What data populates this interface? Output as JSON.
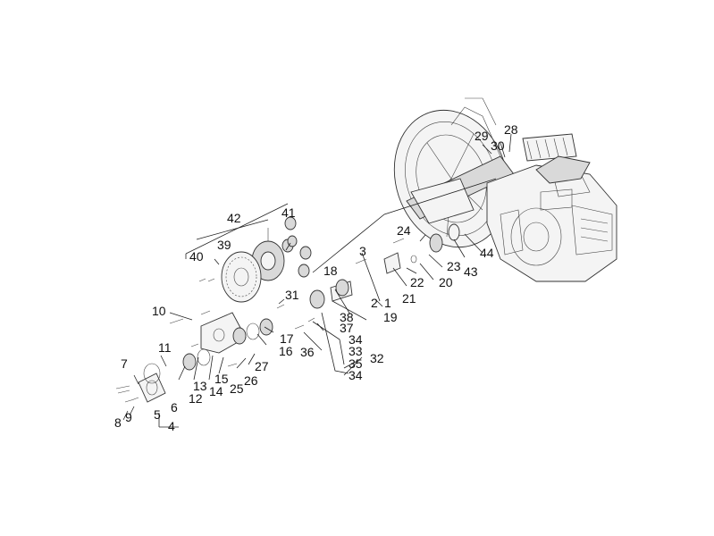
{
  "figure": {
    "callouts": [
      {
        "id": "n1",
        "text": "1"
      },
      {
        "id": "n2",
        "text": "2"
      },
      {
        "id": "n3",
        "text": "3"
      },
      {
        "id": "n4",
        "text": "4"
      },
      {
        "id": "n5",
        "text": "5"
      },
      {
        "id": "n6",
        "text": "6"
      },
      {
        "id": "n7",
        "text": "7"
      },
      {
        "id": "n8",
        "text": "8"
      },
      {
        "id": "n9",
        "text": "9"
      },
      {
        "id": "n10",
        "text": "10"
      },
      {
        "id": "n11",
        "text": "11"
      },
      {
        "id": "n12",
        "text": "12"
      },
      {
        "id": "n13",
        "text": "13"
      },
      {
        "id": "n14",
        "text": "14"
      },
      {
        "id": "n15",
        "text": "15"
      },
      {
        "id": "n16",
        "text": "16"
      },
      {
        "id": "n17",
        "text": "17"
      },
      {
        "id": "n18",
        "text": "18"
      },
      {
        "id": "n19",
        "text": "19"
      },
      {
        "id": "n20",
        "text": "20"
      },
      {
        "id": "n21",
        "text": "21"
      },
      {
        "id": "n22",
        "text": "22"
      },
      {
        "id": "n23",
        "text": "23"
      },
      {
        "id": "n24",
        "text": "24"
      },
      {
        "id": "n25",
        "text": "25"
      },
      {
        "id": "n26",
        "text": "26"
      },
      {
        "id": "n27",
        "text": "27"
      },
      {
        "id": "n28",
        "text": "28"
      },
      {
        "id": "n29",
        "text": "29"
      },
      {
        "id": "n30",
        "text": "30"
      },
      {
        "id": "n31",
        "text": "31"
      },
      {
        "id": "n32",
        "text": "32"
      },
      {
        "id": "n33",
        "text": "33"
      },
      {
        "id": "n34a",
        "text": "34"
      },
      {
        "id": "n34b",
        "text": "34"
      },
      {
        "id": "n35",
        "text": "35"
      },
      {
        "id": "n36",
        "text": "36"
      },
      {
        "id": "n37",
        "text": "37"
      },
      {
        "id": "n38",
        "text": "38"
      },
      {
        "id": "n39",
        "text": "39"
      },
      {
        "id": "n40",
        "text": "40"
      },
      {
        "id": "n41",
        "text": "41"
      },
      {
        "id": "n42",
        "text": "42"
      },
      {
        "id": "n43",
        "text": "43"
      },
      {
        "id": "n44",
        "text": "44"
      }
    ]
  }
}
